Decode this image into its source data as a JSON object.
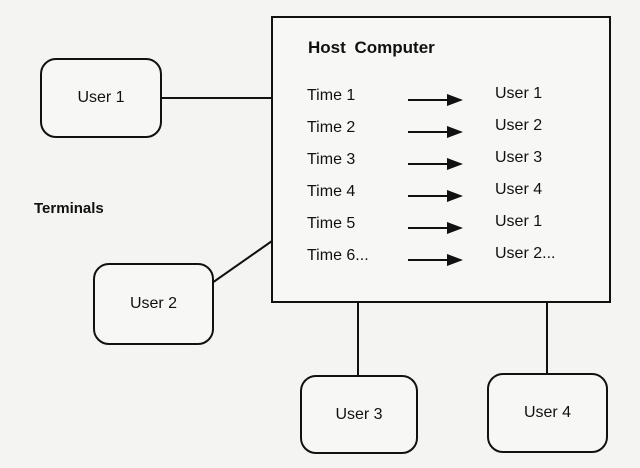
{
  "host": {
    "title": "Host Computer",
    "schedule": [
      {
        "time": "Time 1",
        "user": "User 1"
      },
      {
        "time": "Time 2",
        "user": "User 2"
      },
      {
        "time": "Time 3",
        "user": "User 3"
      },
      {
        "time": "Time 4",
        "user": "User 4"
      },
      {
        "time": "Time 5",
        "user": "User 1"
      },
      {
        "time": "Time 6...",
        "user": "User 2..."
      }
    ]
  },
  "terminals": {
    "label": "Terminals",
    "users": [
      "User 1",
      "User 2",
      "User 3",
      "User 4"
    ]
  },
  "colors": {
    "line": "#111111",
    "background": "#f4f4f2"
  }
}
